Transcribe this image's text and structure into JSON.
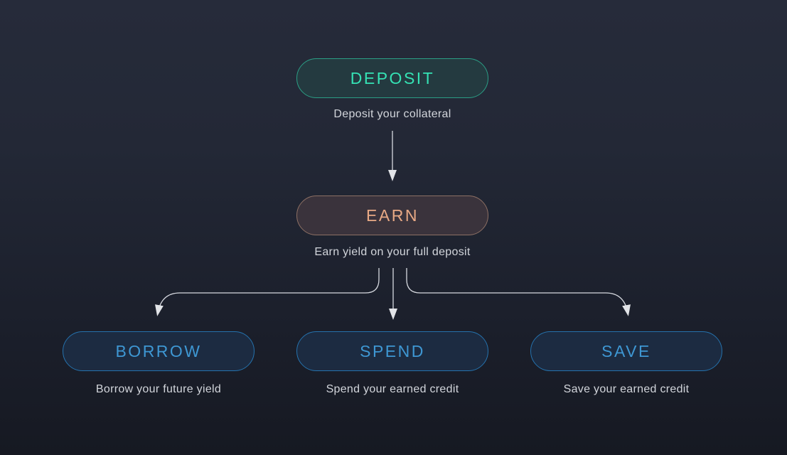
{
  "title": "Deposit / Earn flow diagram",
  "colors": {
    "background_top": "#262b3a",
    "background_bottom": "#161922",
    "caption_text": "#d2d5db",
    "connector": "#e7eaf0",
    "arrowhead": "#f3f5f8"
  },
  "nodes": [
    {
      "id": "deposit",
      "label": "DEPOSIT",
      "caption": "Deposit your collateral",
      "text_color": "#35e2b4",
      "border_color": "#2b9e85",
      "fill_color": "#243a40"
    },
    {
      "id": "earn",
      "label": "EARN",
      "caption": "Earn yield on your full deposit",
      "text_color": "#e8a985",
      "border_color": "#8d7064",
      "fill_color": "#3a333c"
    },
    {
      "id": "borrow",
      "label": "BORROW",
      "caption": "Borrow your future yield",
      "text_color": "#3e97d3",
      "border_color": "#2572ad",
      "fill_color": "#1c2b41"
    },
    {
      "id": "spend",
      "label": "SPEND",
      "caption": "Spend your earned credit",
      "text_color": "#3e97d3",
      "border_color": "#2572ad",
      "fill_color": "#1c2b41"
    },
    {
      "id": "save",
      "label": "SAVE",
      "caption": "Save your earned credit",
      "text_color": "#3e97d3",
      "border_color": "#2572ad",
      "fill_color": "#1c2b41"
    }
  ],
  "flow": [
    {
      "from": "deposit",
      "to": "earn"
    },
    {
      "from": "earn",
      "to": "borrow"
    },
    {
      "from": "earn",
      "to": "spend"
    },
    {
      "from": "earn",
      "to": "save"
    }
  ]
}
